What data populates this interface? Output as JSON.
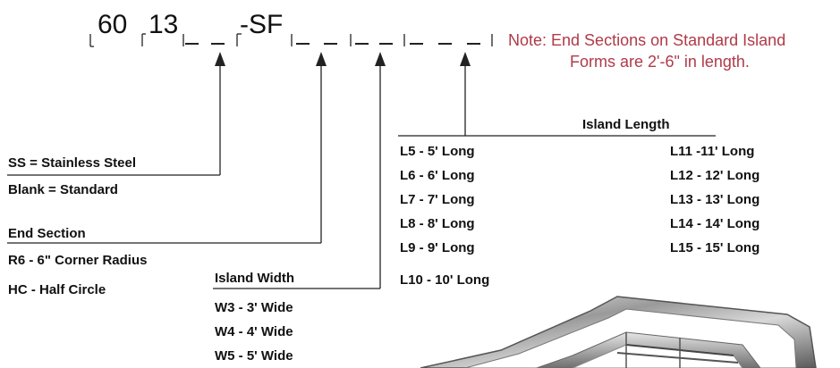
{
  "code": {
    "prefix": "60",
    "model": "13",
    "suffix": "-SF"
  },
  "note": {
    "line1": "Note: End Sections on Standard Island",
    "line2": "Forms are 2'-6\" in length."
  },
  "material": {
    "ss": "SS = Stainless Steel",
    "blank": "Blank = Standard"
  },
  "end_section": {
    "title": "End Section",
    "r6": "R6 - 6\" Corner Radius",
    "hc": "HC - Half Circle"
  },
  "island_width": {
    "title": "Island Width",
    "items": [
      "W3 - 3' Wide",
      "W4 - 4' Wide",
      "W5 - 5' Wide"
    ]
  },
  "island_length": {
    "title": "Island Length",
    "left": [
      "L5 - 5' Long",
      "L6 - 6' Long",
      "L7 - 7' Long",
      "L8 - 8' Long",
      "L9 - 9' Long",
      "L10 - 10' Long"
    ],
    "right": [
      "L11 -11' Long",
      "L12 - 12' Long",
      "L13 - 13' Long",
      "L14 - 14' Long",
      "L15 - 15' Long"
    ]
  },
  "colors": {
    "note": "#b03a48",
    "text": "#111111",
    "line": "#222222"
  },
  "icons": {
    "product_photo": "stainless-steel-island-form-photo"
  }
}
